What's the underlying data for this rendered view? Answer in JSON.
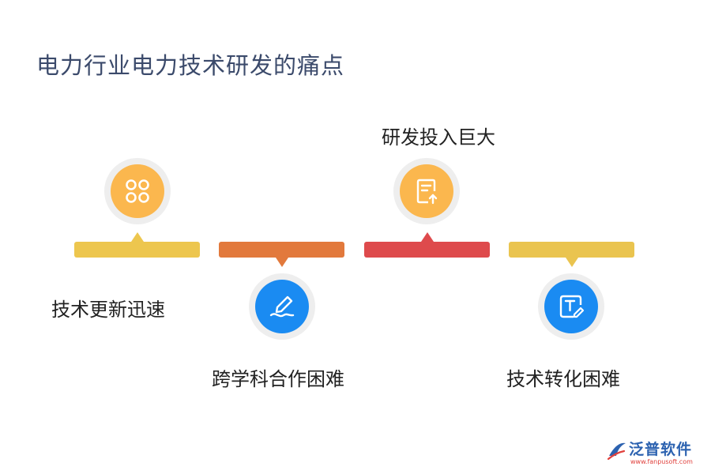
{
  "title": "电力行业电力技术研发的痛点",
  "items": [
    {
      "label": "技术更新迅速",
      "color": "#edc64e",
      "icon": "grid-circles-icon",
      "icon_color": "#fbb74e"
    },
    {
      "label": "跨学科合作困难",
      "color": "#e2793c",
      "icon": "pen-signature-icon",
      "icon_color": "#1a8bf2"
    },
    {
      "label": "研发投入巨大",
      "color": "#de4a4c",
      "icon": "document-upload-icon",
      "icon_color": "#fbb74e"
    },
    {
      "label": "技术转化困难",
      "color": "#eac44f",
      "icon": "text-edit-icon",
      "icon_color": "#1a8bf2"
    }
  ],
  "logo": {
    "name": "泛普软件",
    "url": "www.fanpusoft.com"
  }
}
